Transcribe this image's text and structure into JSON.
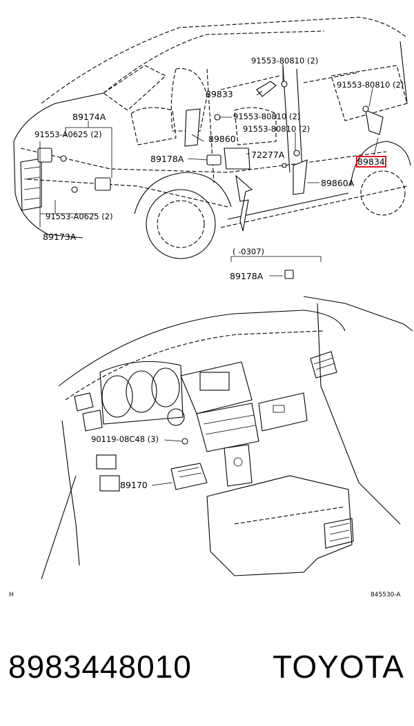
{
  "labels": {
    "p91553_80810_a": "91553-80810 (2)",
    "p91553_80810_b": "91553-80810 (2)",
    "p91553_80810_c": "91553-80810 (2)",
    "p91553_80810_d": "91553-80810 (2)",
    "p89833": "89833",
    "p89174a": "89174A",
    "p91553_a0625_top": "91553-A0625 (2)",
    "p91553_a0625_bottom": "91553-A0625 (2)",
    "p89173a": "89173A",
    "p89860": "89860",
    "p89178a": "89178A",
    "p72277a": "72277A",
    "p89834": "89834",
    "p89860a": "89860A",
    "p_0307": "(      -0307)",
    "p89178a_inset": "89178A",
    "p90119_08c48": "90119-08C48 (3)",
    "p89170": "89170"
  },
  "corner": {
    "left": "H",
    "right": "845530-A"
  },
  "footer": {
    "part_number": "8983448010",
    "brand": "TOYOTA"
  },
  "colors": {
    "highlight": "#e0141e"
  }
}
